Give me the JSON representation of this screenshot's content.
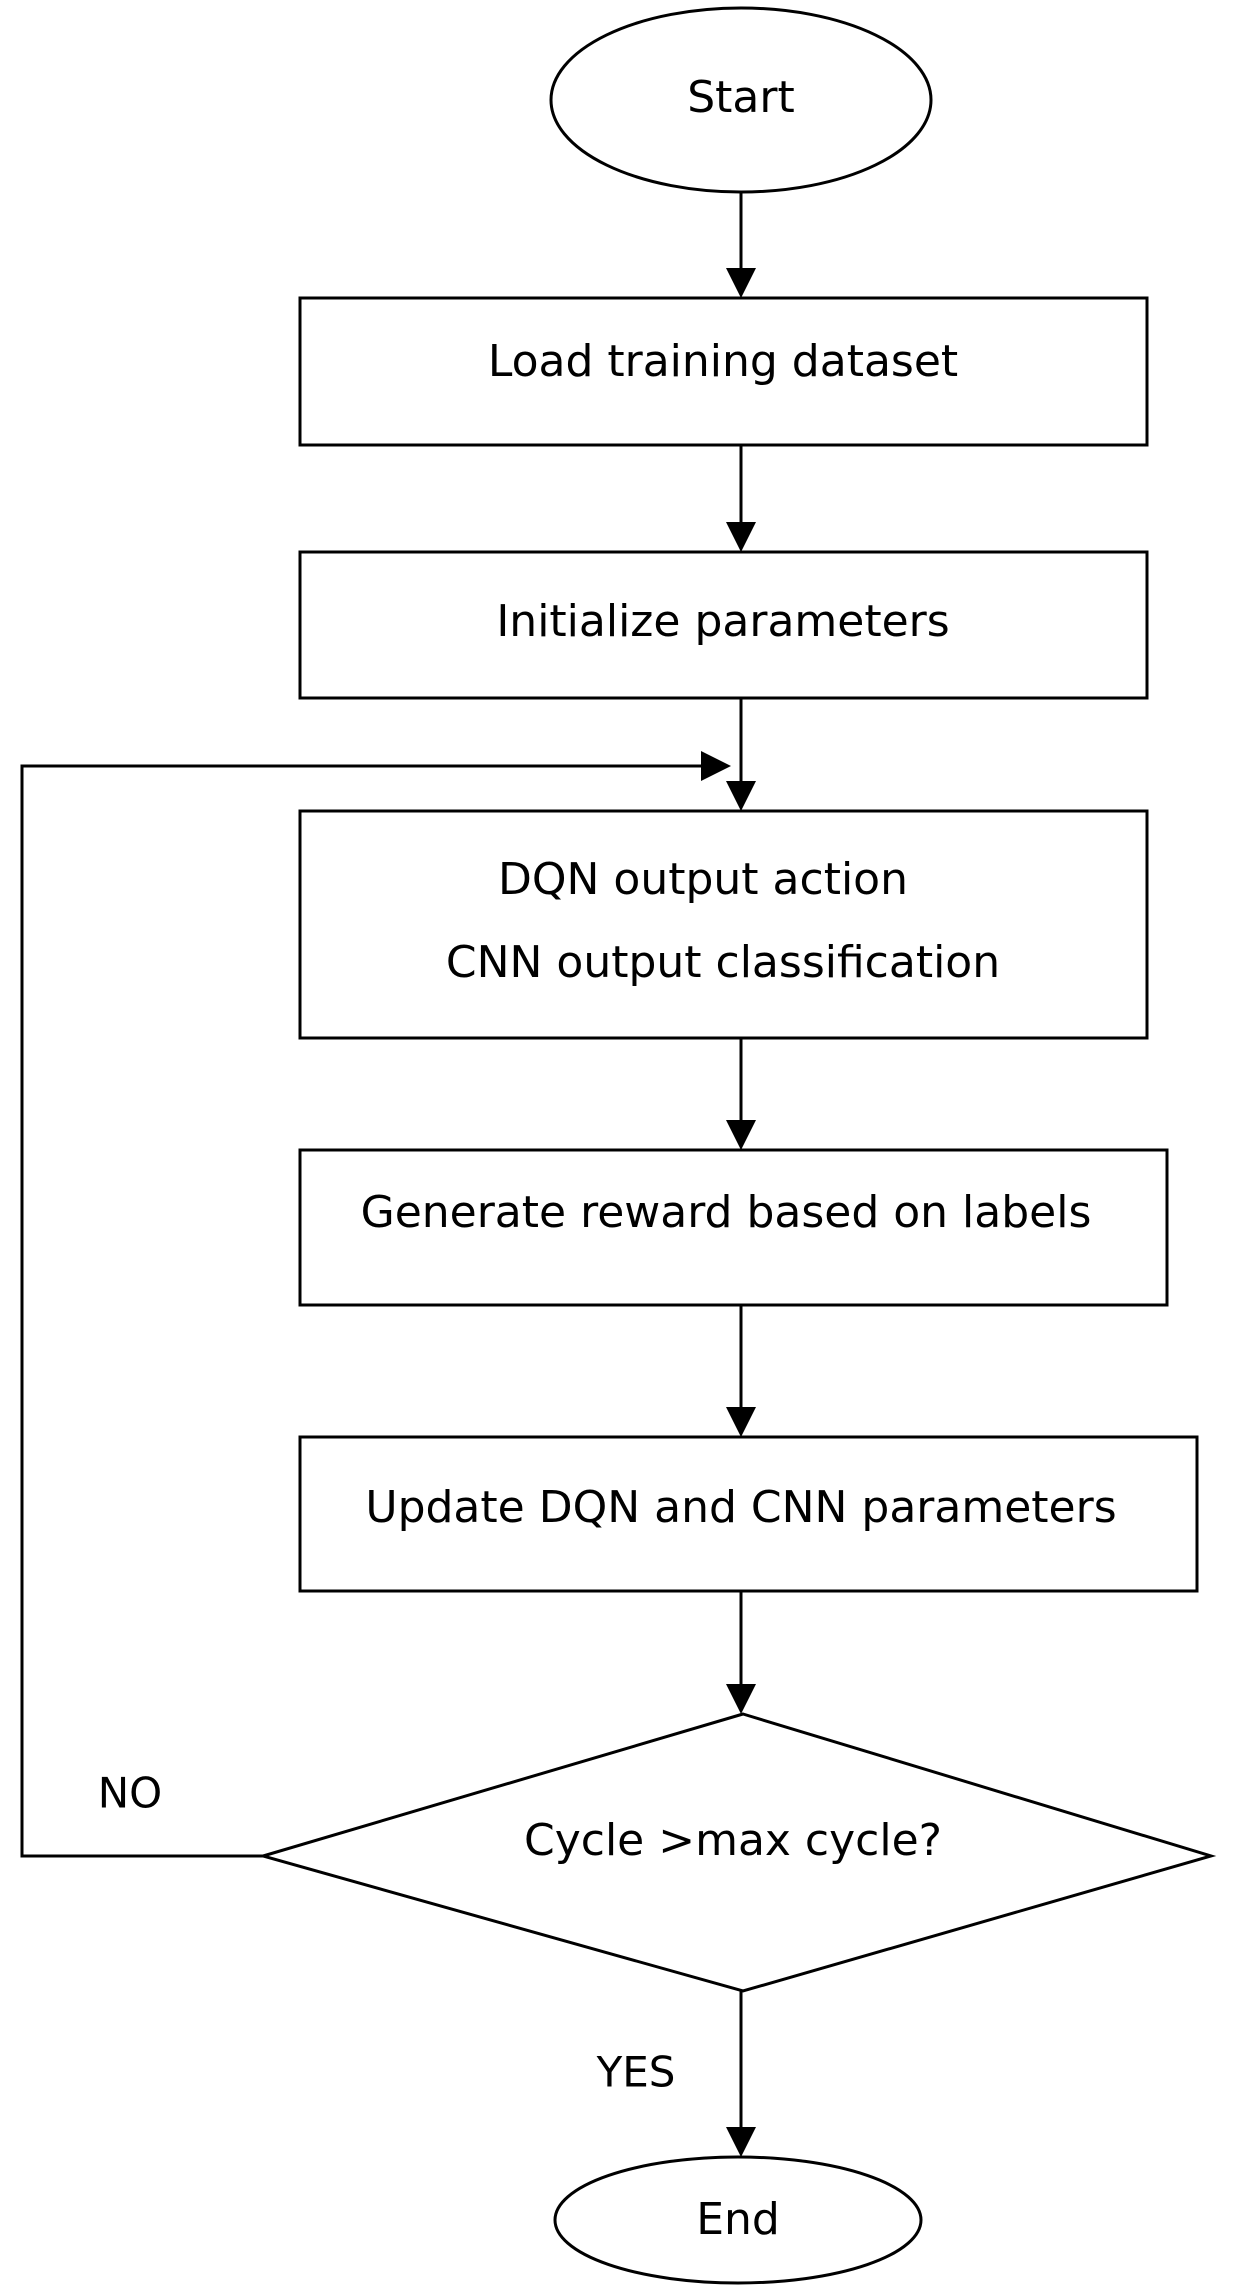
{
  "nodes": {
    "start": {
      "text": "Start"
    },
    "load": {
      "text": "Load training dataset"
    },
    "init": {
      "text": "Initialize parameters"
    },
    "output": {
      "line1": "DQN output action",
      "line2": "CNN output classification"
    },
    "reward": {
      "text": "Generate reward based on labels"
    },
    "update": {
      "text": "Update DQN and CNN parameters"
    },
    "decision": {
      "text": "Cycle >max cycle?"
    },
    "end": {
      "text": "End"
    }
  },
  "edges": {
    "no_label": "NO",
    "yes_label": "YES"
  },
  "colors": {
    "stroke": "#000000",
    "fill": "#ffffff",
    "text": "#000000"
  }
}
